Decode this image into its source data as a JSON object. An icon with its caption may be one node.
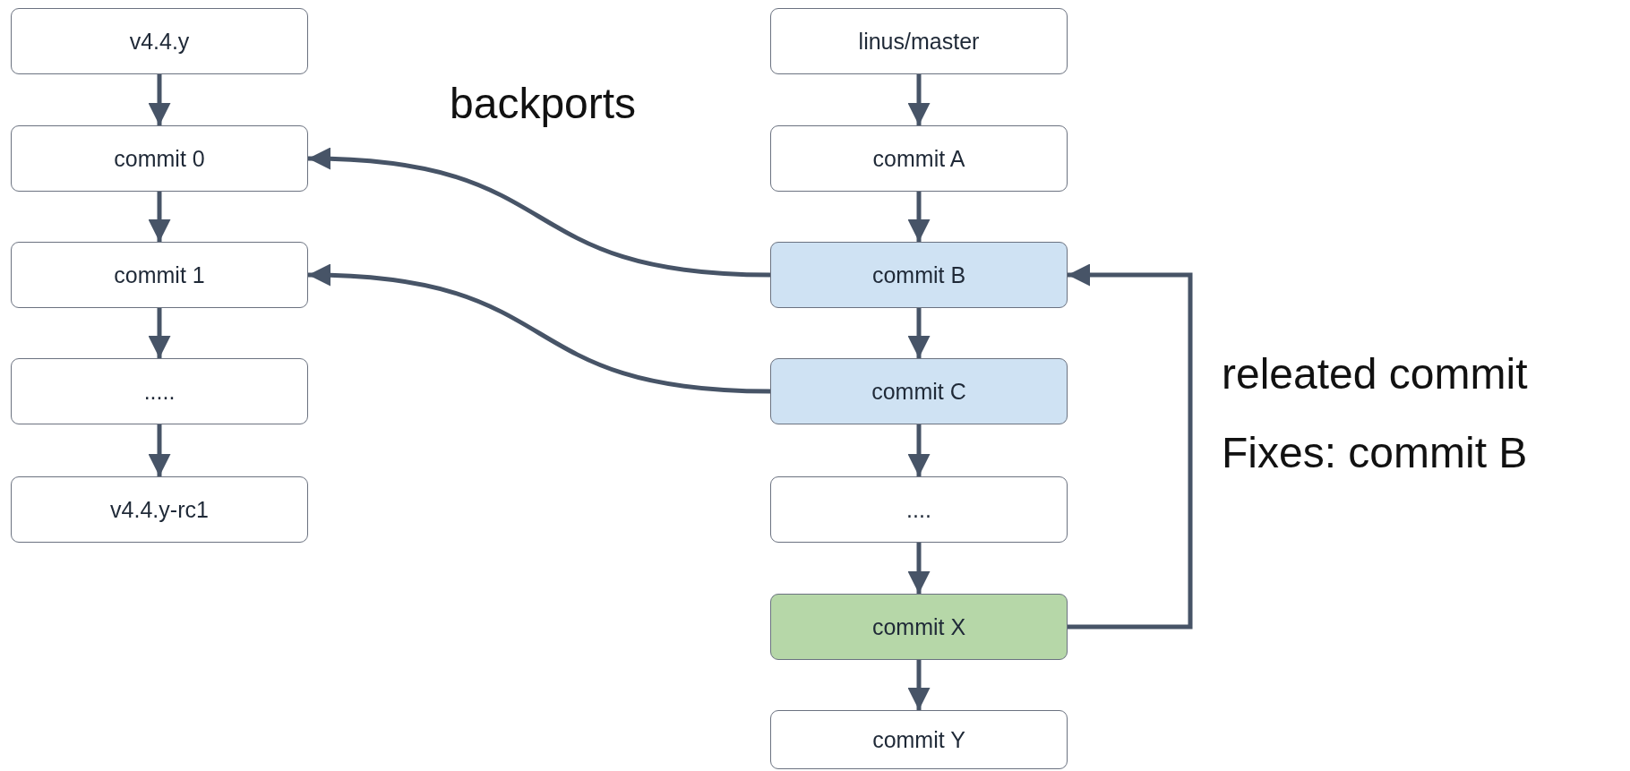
{
  "diagram": {
    "nodes": [
      {
        "text": [
          "v4.4.y"
        ]
      },
      {
        "text": [
          "commit 0"
        ]
      },
      {
        "text": [
          "commit 1"
        ]
      },
      {
        "text": [
          "....."
        ]
      },
      {
        "text": [
          "v4.4.y-rc1"
        ]
      },
      {
        "text": [
          "linus/master"
        ]
      },
      {
        "text": [
          "commit A"
        ]
      },
      {
        "text": [
          "commit B"
        ]
      },
      {
        "text": [
          "commit C"
        ]
      },
      {
        "text": [
          "...."
        ]
      },
      {
        "text": [
          "commit X"
        ]
      },
      {
        "text": [
          "commit Y"
        ]
      }
    ],
    "edges": [
      {
        "from": 0,
        "to": 1,
        "arrow": "to"
      },
      {
        "from": 1,
        "to": 2,
        "arrow": "to"
      },
      {
        "from": 2,
        "to": 3,
        "arrow": "to"
      },
      {
        "from": 3,
        "to": 4,
        "arrow": "to"
      },
      {
        "from": 5,
        "to": 6,
        "arrow": "to"
      },
      {
        "from": 6,
        "to": 7,
        "arrow": "to"
      },
      {
        "from": 7,
        "to": 8,
        "arrow": "to"
      },
      {
        "from": 8,
        "to": 9,
        "arrow": "to"
      },
      {
        "from": 9,
        "to": 10,
        "arrow": "to"
      },
      {
        "from": 10,
        "to": 11,
        "arrow": "to"
      },
      {
        "from": 7,
        "to": 1,
        "arrow": "to"
      },
      {
        "from": 8,
        "to": 2,
        "arrow": "to"
      },
      {
        "from": 10,
        "to": 7,
        "arrow": "to"
      }
    ],
    "labels": [
      "backports",
      "releated commit",
      "Fixes: commit B"
    ]
  }
}
